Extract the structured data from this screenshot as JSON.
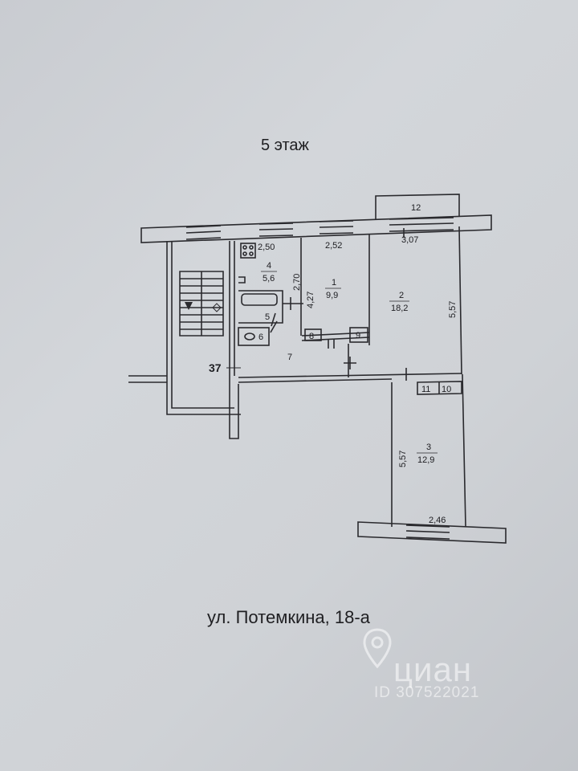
{
  "floor_title": "5 этаж",
  "address": "ул. Потемкина, 18-а",
  "total_area_label": "37",
  "rooms": [
    {
      "id": "room-1",
      "number": "1",
      "area": "9,9"
    },
    {
      "id": "room-2",
      "number": "2",
      "area": "18,2"
    },
    {
      "id": "room-3",
      "number": "3",
      "area": "12,9"
    },
    {
      "id": "room-4",
      "number": "4",
      "area": "5,6"
    }
  ],
  "small_rooms": [
    "5",
    "6",
    "7",
    "8",
    "9",
    "10",
    "11",
    "12"
  ],
  "dimensions": {
    "kitchen_width": "2,50",
    "kitchen_depth": "2,70",
    "room1_width": "2,52",
    "room1_depth": "4,27",
    "room2_width": "3,07",
    "room2_depth": "5,57",
    "room3_depth": "5,57",
    "room3_width": "2,46"
  },
  "watermark": {
    "brand": "циан",
    "id": "ID 307522021"
  },
  "colors": {
    "line": "#2a2a2e",
    "paper": "#cfd2d6"
  }
}
